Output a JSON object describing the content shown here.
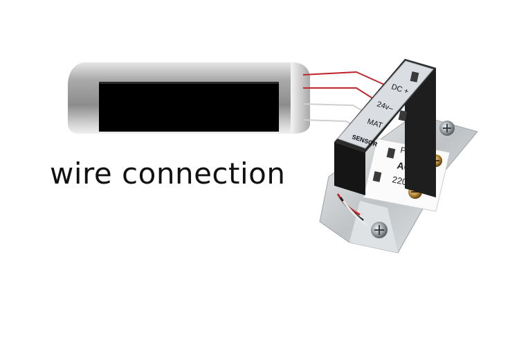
{
  "caption": "wire connection",
  "terminal_block": {
    "labels": [
      "DC +",
      "24v–",
      "MAT",
      "SENSOR"
    ]
  },
  "power_switch": {
    "labels": [
      "POWER",
      "AC",
      "220V"
    ]
  },
  "colors": {
    "wire_red": "#c0282e",
    "wire_white": "#d8d8d8",
    "sensor_body": "#b8b8b8",
    "sensor_window": "#000000"
  }
}
